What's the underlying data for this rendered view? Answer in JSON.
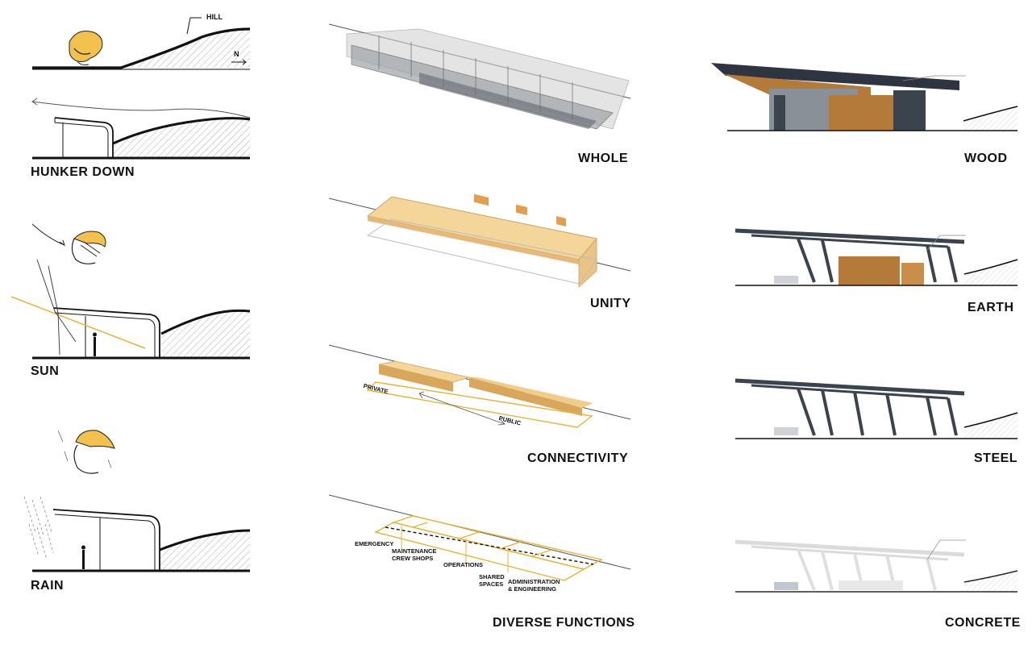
{
  "colors": {
    "ink": "#111111",
    "accent_yellow": "#f2c14e",
    "accent_tan": "#e6b97a",
    "steel_dark": "#3b434d",
    "wood": "#b47a3a",
    "concrete": "#dcdcdc",
    "hatch": "#9a9a9a"
  },
  "left_column": {
    "hunker_down": {
      "title": "HUNKER DOWN",
      "hill_label": "HILL",
      "north_label": "N"
    },
    "sun": {
      "title": "SUN"
    },
    "rain": {
      "title": "RAIN"
    }
  },
  "middle_column": {
    "whole": {
      "title": "WHOLE"
    },
    "unity": {
      "title": "UNITY"
    },
    "connectivity": {
      "title": "CONNECTIVITY",
      "private_label": "PRIVATE",
      "public_label": "PUBLIC"
    },
    "diverse_functions": {
      "title": "DIVERSE FUNCTIONS",
      "labels": {
        "emergency": "EMERGENCY",
        "maintenance_1": "MAINTENANCE",
        "maintenance_2": "CREW SHOPS",
        "operations": "OPERATIONS",
        "shared_1": "SHARED",
        "shared_2": "SPACES",
        "admin_1": "ADMINISTRATION",
        "admin_2": "& ENGINEERING"
      }
    }
  },
  "right_column": {
    "wood": {
      "title": "WOOD"
    },
    "earth": {
      "title": "EARTH"
    },
    "steel": {
      "title": "STEEL"
    },
    "concrete": {
      "title": "CONCRETE"
    }
  }
}
